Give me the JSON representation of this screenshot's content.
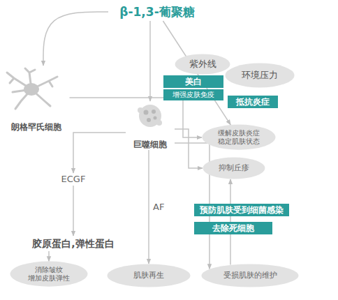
{
  "diagram": {
    "nodes": [
      {
        "text": [
          "β-1,3-葡聚糖"
        ]
      },
      {
        "text": [
          "紫外线"
        ]
      },
      {
        "text": [
          "环境压力"
        ]
      },
      {
        "text": [
          "美白"
        ]
      },
      {
        "text": [
          "增强皮肤免疫"
        ]
      },
      {
        "text": [
          "抵抗炎症"
        ]
      },
      {
        "text": [
          "朗格罕氏细胞"
        ]
      },
      {
        "text": [
          "巨噬细胞"
        ]
      },
      {
        "text": [
          "缓解皮肤炎症 稳定肌肤状态"
        ]
      },
      {
        "text": [
          "抑制丘疹"
        ]
      },
      {
        "text": [
          "ECGF"
        ]
      },
      {
        "text": [
          "预防肌肤受到细菌感染"
        ]
      },
      {
        "text": [
          "去除死细胞"
        ]
      },
      {
        "text": [
          "胶原蛋白,弹性蛋白"
        ]
      },
      {
        "text": [
          "消除皱纹 增加皮肤弹性"
        ]
      },
      {
        "text": [
          "肌肤再生"
        ]
      },
      {
        "text": [
          "受损肌肤的维护"
        ]
      }
    ],
    "edges": [
      {
        "from": 0,
        "to": 6,
        "arrow": "to"
      },
      {
        "from": 0,
        "to": 7,
        "arrow": "to"
      },
      {
        "from": 0,
        "to": 8,
        "arrow": "to"
      },
      {
        "from": 6,
        "to": 8,
        "arrow": "to"
      },
      {
        "from": 7,
        "to": 10,
        "arrow": "to"
      },
      {
        "from": 10,
        "to": 13,
        "arrow": "to"
      },
      {
        "from": 13,
        "to": 14,
        "arrow": "to"
      },
      {
        "from": 7,
        "to": 15,
        "label": "AF",
        "arrow": "to"
      },
      {
        "from": 7,
        "to": 9,
        "arrow": "to"
      },
      {
        "from": 7,
        "to": 16,
        "arrow": "to"
      },
      {
        "from": 16,
        "to": 9,
        "arrow": "to"
      }
    ]
  }
}
